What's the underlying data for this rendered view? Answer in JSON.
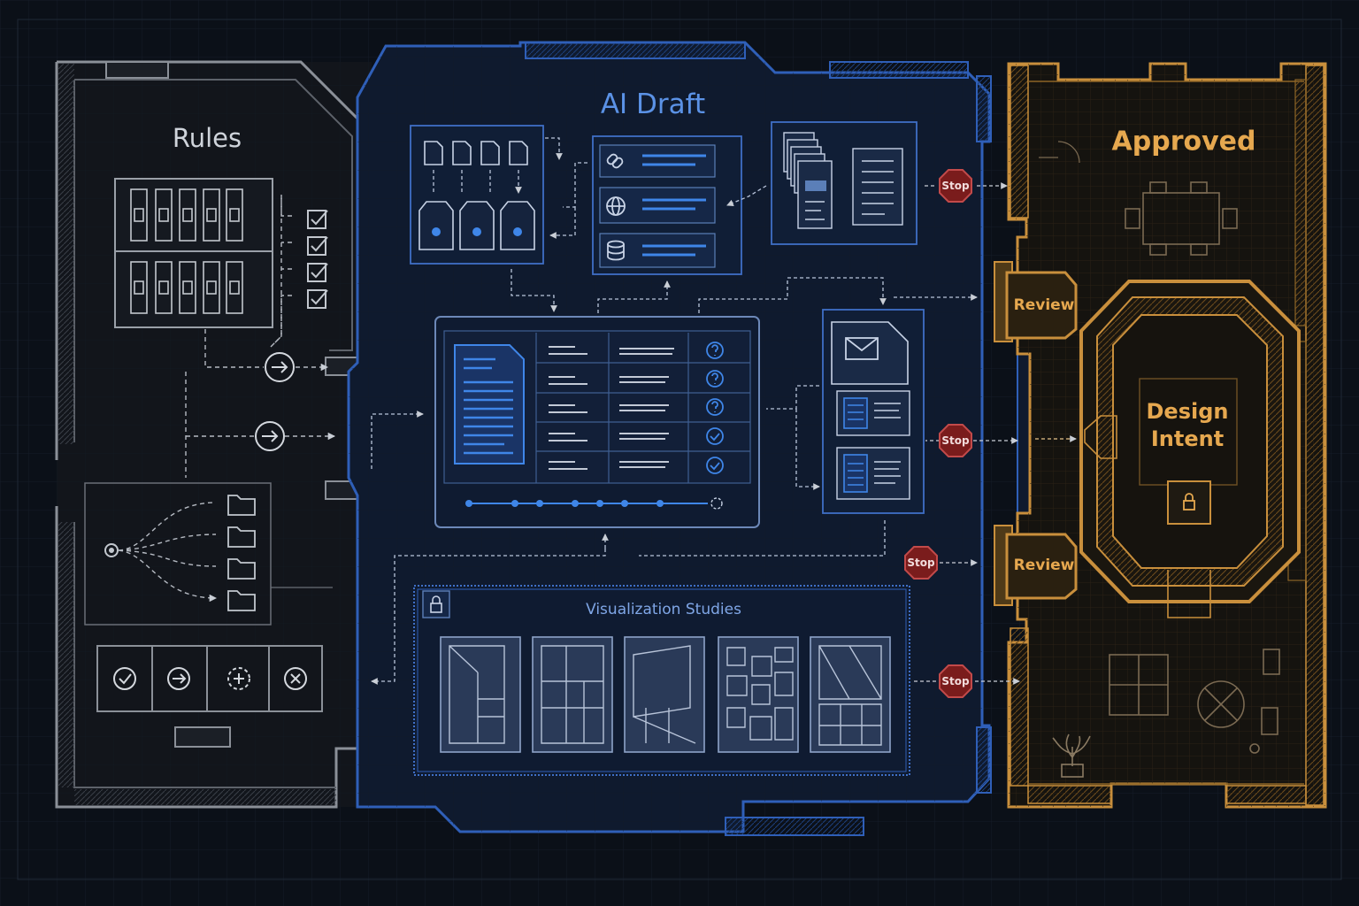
{
  "zones": {
    "rules": "Rules",
    "ai_draft": "AI Draft",
    "approved": "Approved",
    "design_intent": "Design\nIntent",
    "visualization": "Visualization Studies"
  },
  "gates": {
    "review": [
      "Review",
      "Review"
    ],
    "stop": [
      "Stop",
      "Stop",
      "Stop",
      "Stop"
    ]
  },
  "colors": {
    "background": "#0b1018",
    "rules_wall": "#8b9098",
    "ai_wall": "#2f5fb8",
    "approved_wall": "#c98f3c",
    "stop_fill": "#7a1c1c",
    "accent_blue": "#3f86e8",
    "accent_gold": "#e6a84f"
  },
  "icons": [
    "checkbox-icon",
    "arrow-right-icon",
    "folder-icon",
    "checkmark-icon",
    "cross-icon",
    "document-icon",
    "link-icon",
    "globe-icon",
    "database-icon",
    "question-icon",
    "envelope-icon",
    "lock-icon",
    "table-icon",
    "chair-icon",
    "plant-icon"
  ]
}
